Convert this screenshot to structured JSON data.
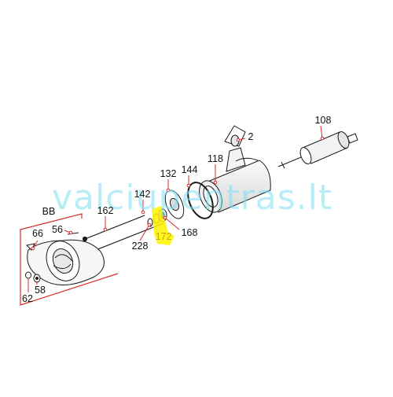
{
  "watermark": "valciupentras.lt",
  "callouts": {
    "p108": "108",
    "p2": "2",
    "p118": "118",
    "p144": "144",
    "p132": "132",
    "p142": "142",
    "p162": "162",
    "pBB": "BB",
    "p56": "56",
    "p66": "66",
    "p168": "168",
    "p172": "172",
    "p228": "228",
    "p58": "58",
    "p62": "62"
  },
  "colors": {
    "callout_line": "#d62c2c",
    "outline": "#1a1a1a",
    "highlight": "#fff200",
    "watermark": "#7fe0f4"
  }
}
